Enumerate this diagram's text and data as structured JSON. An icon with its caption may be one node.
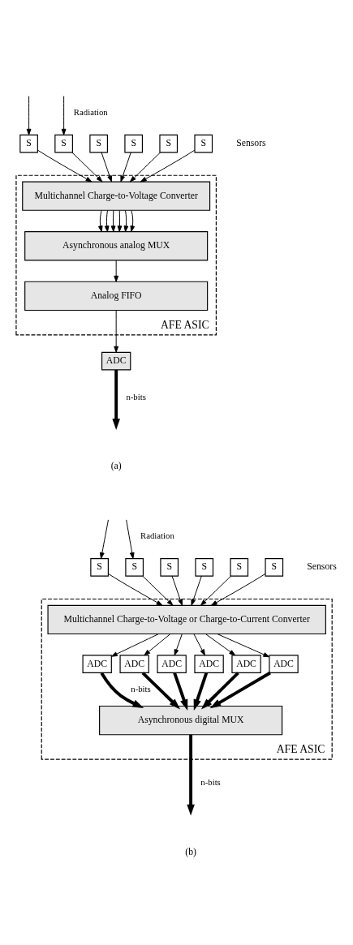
{
  "diagram": {
    "nodes": [
      {
        "text": [
          "AFE ASIC"
        ]
      },
      {
        "text": [
          "S"
        ]
      },
      {
        "text": [
          "S"
        ]
      },
      {
        "text": [
          "S"
        ]
      },
      {
        "text": [
          "S"
        ]
      },
      {
        "text": [
          "S"
        ]
      },
      {
        "text": [
          "S"
        ],
        "beside": [
          "Sensors"
        ]
      },
      {
        "text": [
          "Multichannel Charge-to-Voltage Converter"
        ],
        "in": 0
      },
      {
        "text": [
          "Asynchronous analog MUX"
        ],
        "in": 0
      },
      {
        "text": [
          "Analog FIFO"
        ],
        "in": 0
      },
      {
        "text": [
          "ADC"
        ]
      },
      {
        "text": [
          "AFE ASIC"
        ]
      },
      {
        "text": [
          "S"
        ]
      },
      {
        "text": [
          "S"
        ]
      },
      {
        "text": [
          "S"
        ]
      },
      {
        "text": [
          "S"
        ]
      },
      {
        "text": [
          "S"
        ]
      },
      {
        "text": [
          "S"
        ],
        "beside": [
          "Sensors"
        ]
      },
      {
        "text": [
          "Multichannel Charge-to-Voltage or Charge-to-Current Converter"
        ],
        "in": 11
      },
      {
        "text": [
          "ADC"
        ],
        "in": 11
      },
      {
        "text": [
          "ADC"
        ],
        "in": 11
      },
      {
        "text": [
          "ADC"
        ],
        "in": 11
      },
      {
        "text": [
          "ADC"
        ],
        "in": 11
      },
      {
        "text": [
          "ADC"
        ],
        "in": 11
      },
      {
        "text": [
          "ADC"
        ],
        "in": 11
      },
      {
        "text": [
          "Asynchronous digital MUX"
        ],
        "in": 11
      }
    ],
    "edges": [
      {
        "from": null,
        "to": 1,
        "arrow": "to"
      },
      {
        "from": null,
        "to": 2,
        "arrow": "to",
        "label": "Radiation"
      },
      {
        "from": 1,
        "to": 7,
        "arrow": "to"
      },
      {
        "from": 2,
        "to": 7,
        "arrow": "to"
      },
      {
        "from": 3,
        "to": 7,
        "arrow": "to"
      },
      {
        "from": 4,
        "to": 7,
        "arrow": "to"
      },
      {
        "from": 5,
        "to": 7,
        "arrow": "to"
      },
      {
        "from": 6,
        "to": 7,
        "arrow": "to"
      },
      {
        "from": 7,
        "to": 8,
        "arrow": "to"
      },
      {
        "from": 7,
        "to": 8,
        "arrow": "to"
      },
      {
        "from": 7,
        "to": 8,
        "arrow": "to"
      },
      {
        "from": 7,
        "to": 8,
        "arrow": "to"
      },
      {
        "from": 7,
        "to": 8,
        "arrow": "to"
      },
      {
        "from": 7,
        "to": 8,
        "arrow": "to"
      },
      {
        "from": 8,
        "to": 9,
        "arrow": "to"
      },
      {
        "from": 9,
        "to": 10,
        "arrow": "to"
      },
      {
        "from": 10,
        "to": null,
        "arrow": "to",
        "style": "thick",
        "label": "n-bits"
      },
      {
        "from": null,
        "to": 12,
        "arrow": "to"
      },
      {
        "from": null,
        "to": 13,
        "arrow": "to",
        "label": "Radiation"
      },
      {
        "from": 12,
        "to": 18,
        "arrow": "to"
      },
      {
        "from": 13,
        "to": 18,
        "arrow": "to"
      },
      {
        "from": 14,
        "to": 18,
        "arrow": "to"
      },
      {
        "from": 15,
        "to": 18,
        "arrow": "to"
      },
      {
        "from": 16,
        "to": 18,
        "arrow": "to"
      },
      {
        "from": 17,
        "to": 18,
        "arrow": "to"
      },
      {
        "from": 18,
        "to": 19,
        "arrow": "to"
      },
      {
        "from": 18,
        "to": 20,
        "arrow": "to"
      },
      {
        "from": 18,
        "to": 21,
        "arrow": "to"
      },
      {
        "from": 18,
        "to": 22,
        "arrow": "to"
      },
      {
        "from": 18,
        "to": 23,
        "arrow": "to"
      },
      {
        "from": 18,
        "to": 24,
        "arrow": "to"
      },
      {
        "from": 19,
        "to": 25,
        "arrow": "to",
        "style": "thick",
        "label": "n-bits"
      },
      {
        "from": 20,
        "to": 25,
        "arrow": "to",
        "style": "thick"
      },
      {
        "from": 21,
        "to": 25,
        "arrow": "to",
        "style": "thick"
      },
      {
        "from": 22,
        "to": 25,
        "arrow": "to",
        "style": "thick"
      },
      {
        "from": 23,
        "to": 25,
        "arrow": "to",
        "style": "thick"
      },
      {
        "from": 24,
        "to": 25,
        "arrow": "to",
        "style": "thick"
      },
      {
        "from": 25,
        "to": null,
        "arrow": "to",
        "style": "thick",
        "label": "n-bits"
      }
    ],
    "labels": [
      "(a)",
      "(b)"
    ]
  }
}
